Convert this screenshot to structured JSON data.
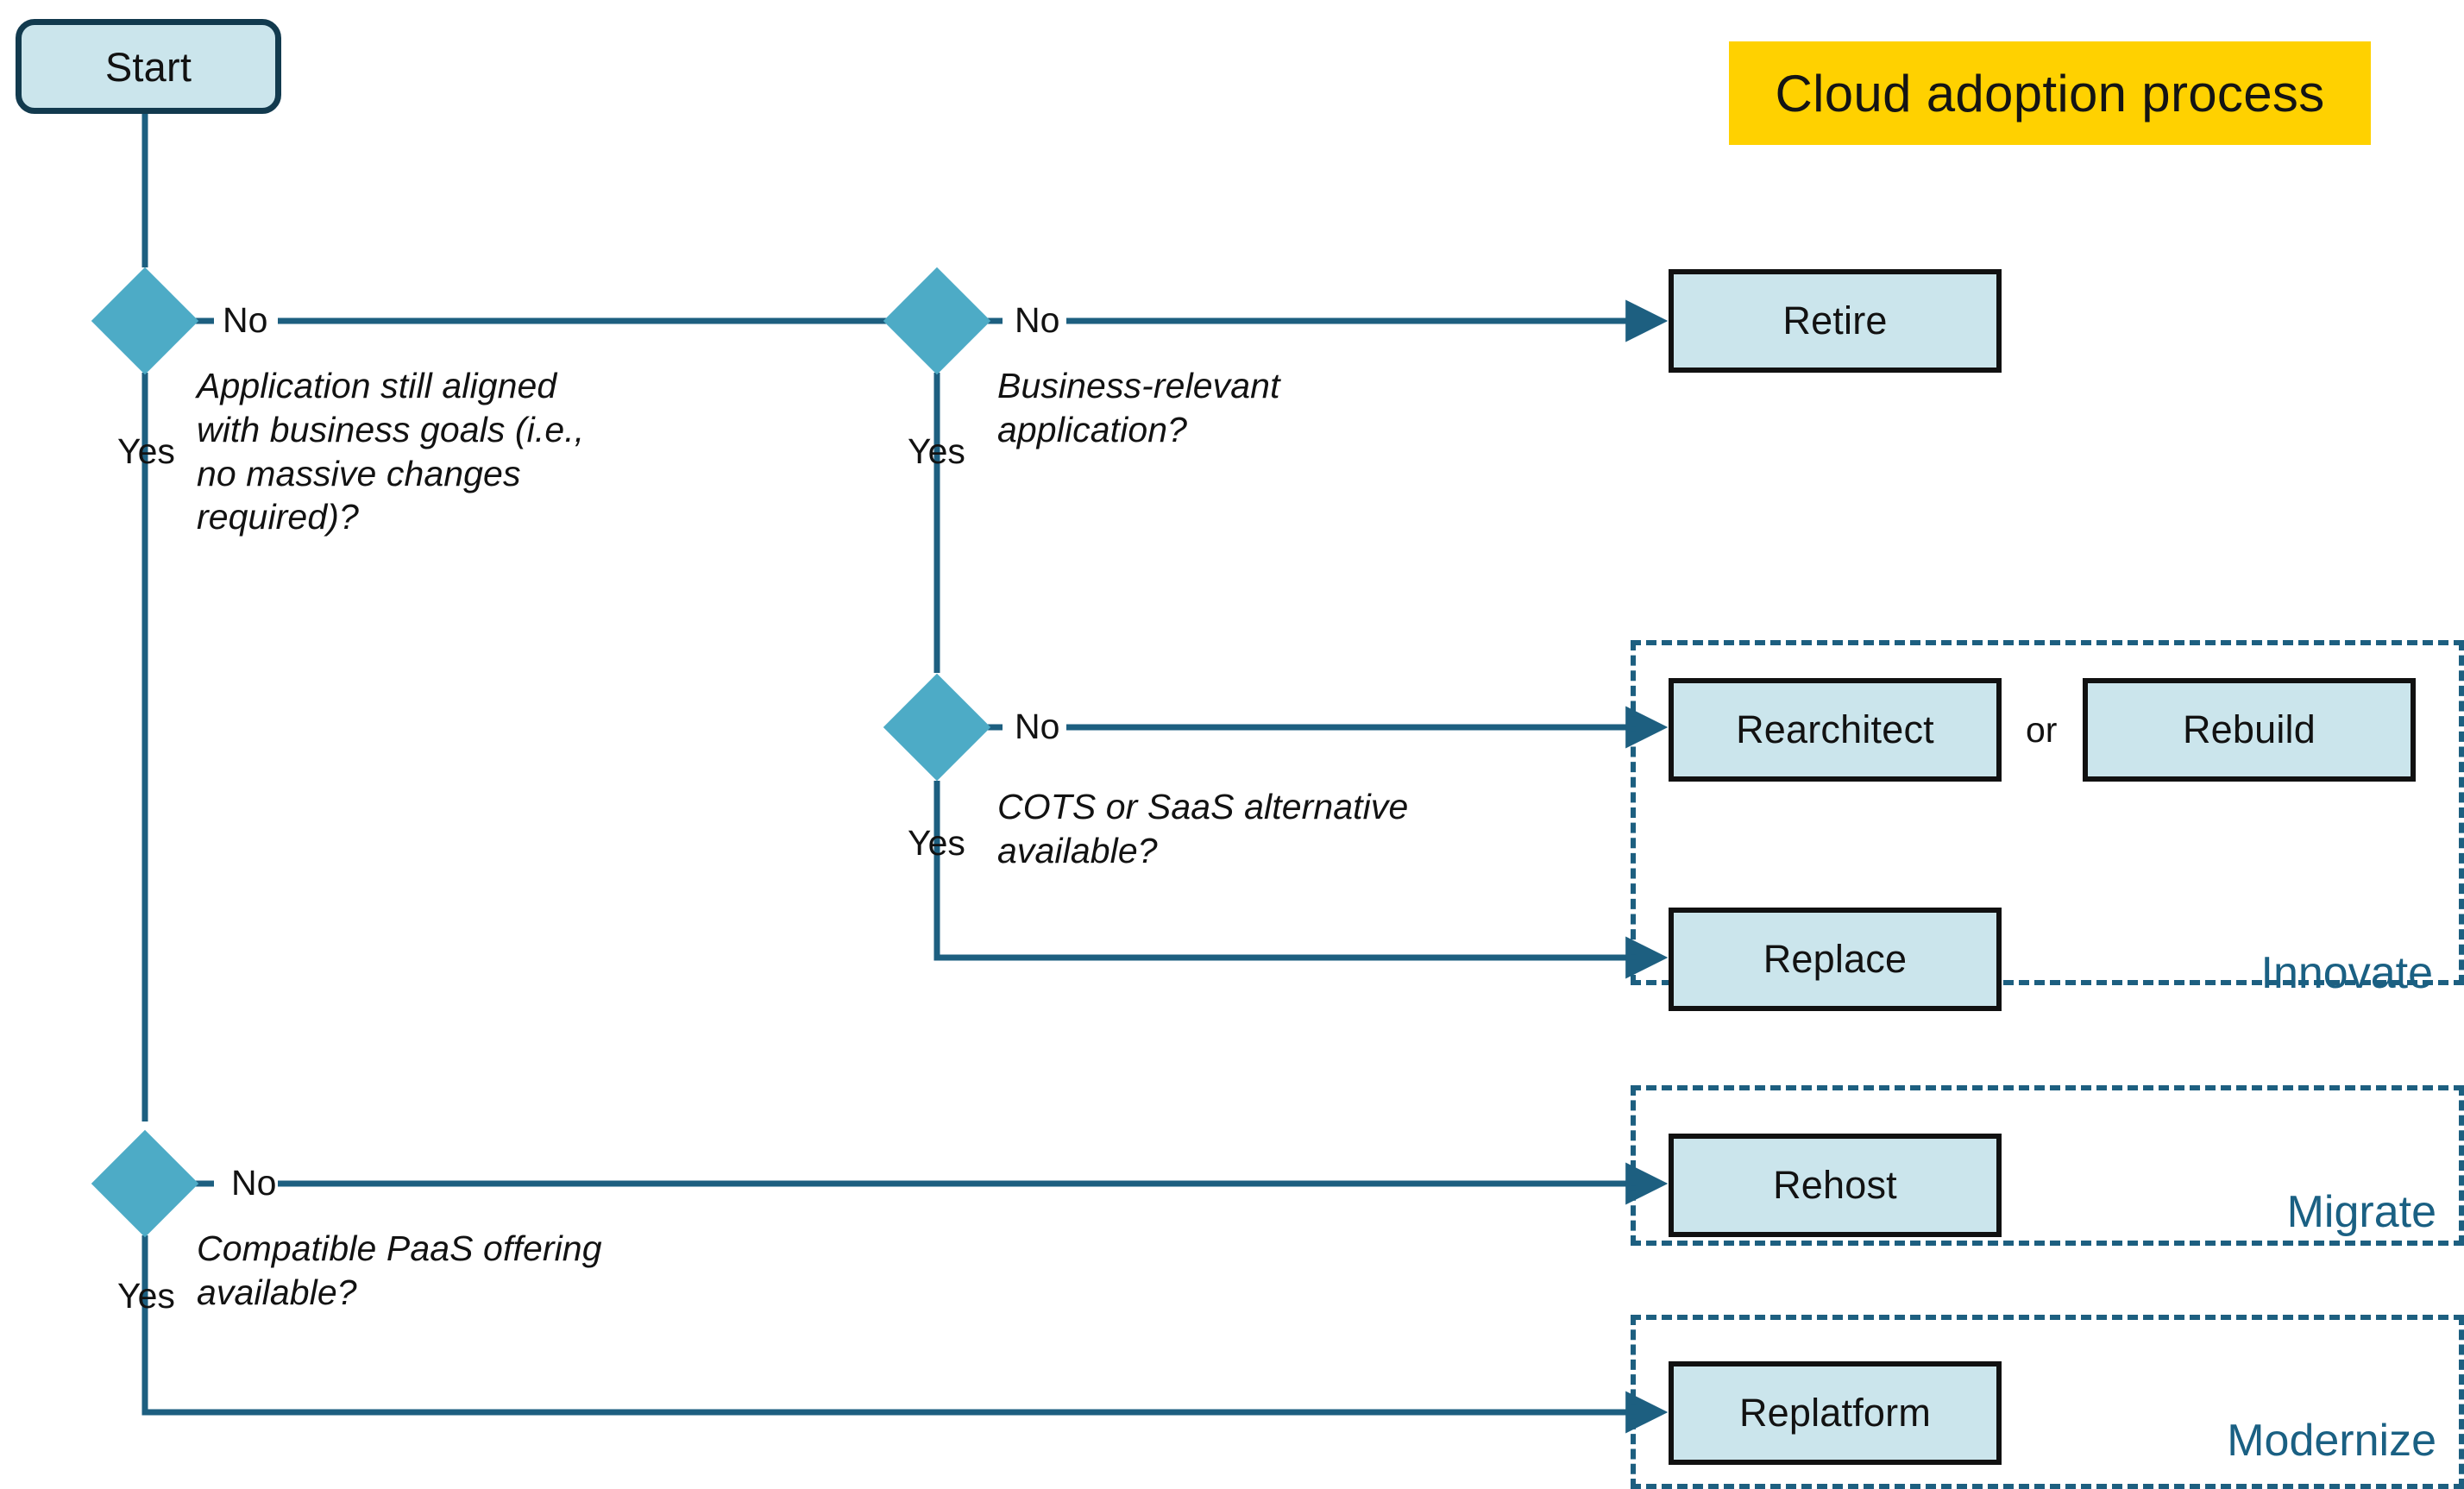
{
  "title_banner": {
    "text": "Cloud adoption process",
    "background": "#ffd100",
    "text_color": "#141414"
  },
  "colors": {
    "node_fill": "#cbe5ec",
    "start_border": "#123a4e",
    "box_border": "#111111",
    "diamond_fill": "#4dabc6",
    "connector": "#1d5f80",
    "group_border": "#1d5f80",
    "group_label": "#1a6083",
    "canvas": "#ffffff"
  },
  "start_node": {
    "label": "Start"
  },
  "decisions": [
    {
      "id": "aligned",
      "question": "Application still aligned with business goals (i.e., no massive changes required)?",
      "question_lines": [
        "Application still aligned",
        "with business goals (i.e.,",
        "no massive changes",
        "required)?"
      ],
      "no_label": "No",
      "yes_label": "Yes"
    },
    {
      "id": "business-relevant",
      "question": "Business-relevant application?",
      "question_lines": [
        "Business-relevant",
        "application?"
      ],
      "no_label": "No",
      "yes_label": "Yes"
    },
    {
      "id": "cots-saas",
      "question": "COTS or SaaS alternative available?",
      "question_lines": [
        "COTS or SaaS alternative",
        "available?"
      ],
      "no_label": "No",
      "yes_label": "Yes"
    },
    {
      "id": "paas",
      "question": "Compatible PaaS offering available?",
      "question_lines": [
        "Compatible PaaS offering",
        "available?"
      ],
      "no_label": "No",
      "yes_label": "Yes"
    }
  ],
  "outcomes": {
    "retire": "Retire",
    "rearchitect": "Rearchitect",
    "rebuild": "Rebuild",
    "replace": "Replace",
    "rehost": "Rehost",
    "replatform": "Replatform"
  },
  "connectors": {
    "or_label": "or"
  },
  "groups": [
    {
      "id": "innovate",
      "label": "Innovate"
    },
    {
      "id": "migrate",
      "label": "Migrate"
    },
    {
      "id": "modernize",
      "label": "Modernize"
    }
  ],
  "chart_data": {
    "type": "flowchart",
    "title": "Cloud adoption process",
    "nodes": [
      {
        "id": "start",
        "kind": "terminator",
        "label": "Start"
      },
      {
        "id": "aligned",
        "kind": "decision",
        "label": "Application still aligned with business goals (i.e., no massive changes required)?"
      },
      {
        "id": "business-relevant",
        "kind": "decision",
        "label": "Business-relevant application?"
      },
      {
        "id": "cots-saas",
        "kind": "decision",
        "label": "COTS or SaaS alternative available?"
      },
      {
        "id": "paas",
        "kind": "decision",
        "label": "Compatible PaaS offering available?"
      },
      {
        "id": "retire",
        "kind": "process",
        "label": "Retire",
        "group": null
      },
      {
        "id": "rearchitect",
        "kind": "process",
        "label": "Rearchitect",
        "group": "Innovate"
      },
      {
        "id": "rebuild",
        "kind": "process",
        "label": "Rebuild",
        "group": "Innovate"
      },
      {
        "id": "replace",
        "kind": "process",
        "label": "Replace",
        "group": "Innovate"
      },
      {
        "id": "rehost",
        "kind": "process",
        "label": "Rehost",
        "group": "Migrate"
      },
      {
        "id": "replatform",
        "kind": "process",
        "label": "Replatform",
        "group": "Modernize"
      }
    ],
    "edges": [
      {
        "from": "start",
        "to": "aligned",
        "label": ""
      },
      {
        "from": "aligned",
        "to": "business-relevant",
        "label": "No"
      },
      {
        "from": "aligned",
        "to": "paas",
        "label": "Yes"
      },
      {
        "from": "business-relevant",
        "to": "retire",
        "label": "No"
      },
      {
        "from": "business-relevant",
        "to": "cots-saas",
        "label": "Yes"
      },
      {
        "from": "cots-saas",
        "to": "rearchitect",
        "label": "No"
      },
      {
        "from": "cots-saas",
        "to": "replace",
        "label": "Yes"
      },
      {
        "from": "paas",
        "to": "rehost",
        "label": "No"
      },
      {
        "from": "paas",
        "to": "replatform",
        "label": "Yes"
      }
    ],
    "groups": [
      "Innovate",
      "Migrate",
      "Modernize"
    ]
  }
}
